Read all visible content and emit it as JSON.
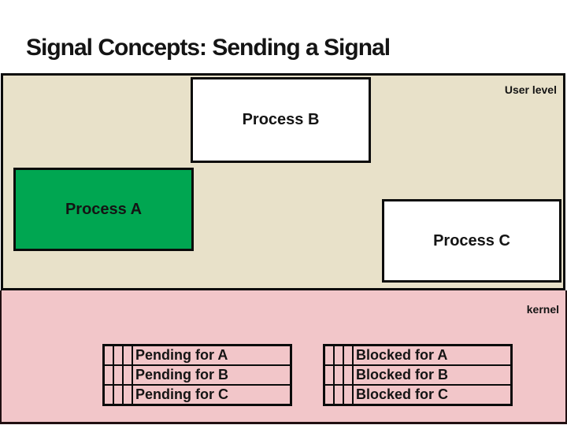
{
  "slide": {
    "title": "Signal Concepts: Sending a Signal",
    "regions": {
      "user_level": {
        "label": "User level"
      },
      "kernel": {
        "label": "kernel"
      }
    },
    "processes": [
      {
        "id": "b",
        "label": "Process B"
      },
      {
        "id": "a",
        "label": "Process A"
      },
      {
        "id": "c",
        "label": "Process C"
      }
    ],
    "tables": {
      "pending": {
        "bit_cells_per_row": 3,
        "rows": [
          "Pending for A",
          "Pending for B",
          "Pending for C"
        ]
      },
      "blocked": {
        "bit_cells_per_row": 3,
        "rows": [
          "Blocked for A",
          "Blocked for B",
          "Blocked for C"
        ]
      }
    },
    "colors": {
      "user_level_bg": "#e8e1c9",
      "kernel_bg": "#f2c6c9",
      "process_a_bg": "#00a651",
      "process_bc_bg": "#ffffff",
      "border": "#0b0b0b",
      "text": "#141414"
    }
  }
}
